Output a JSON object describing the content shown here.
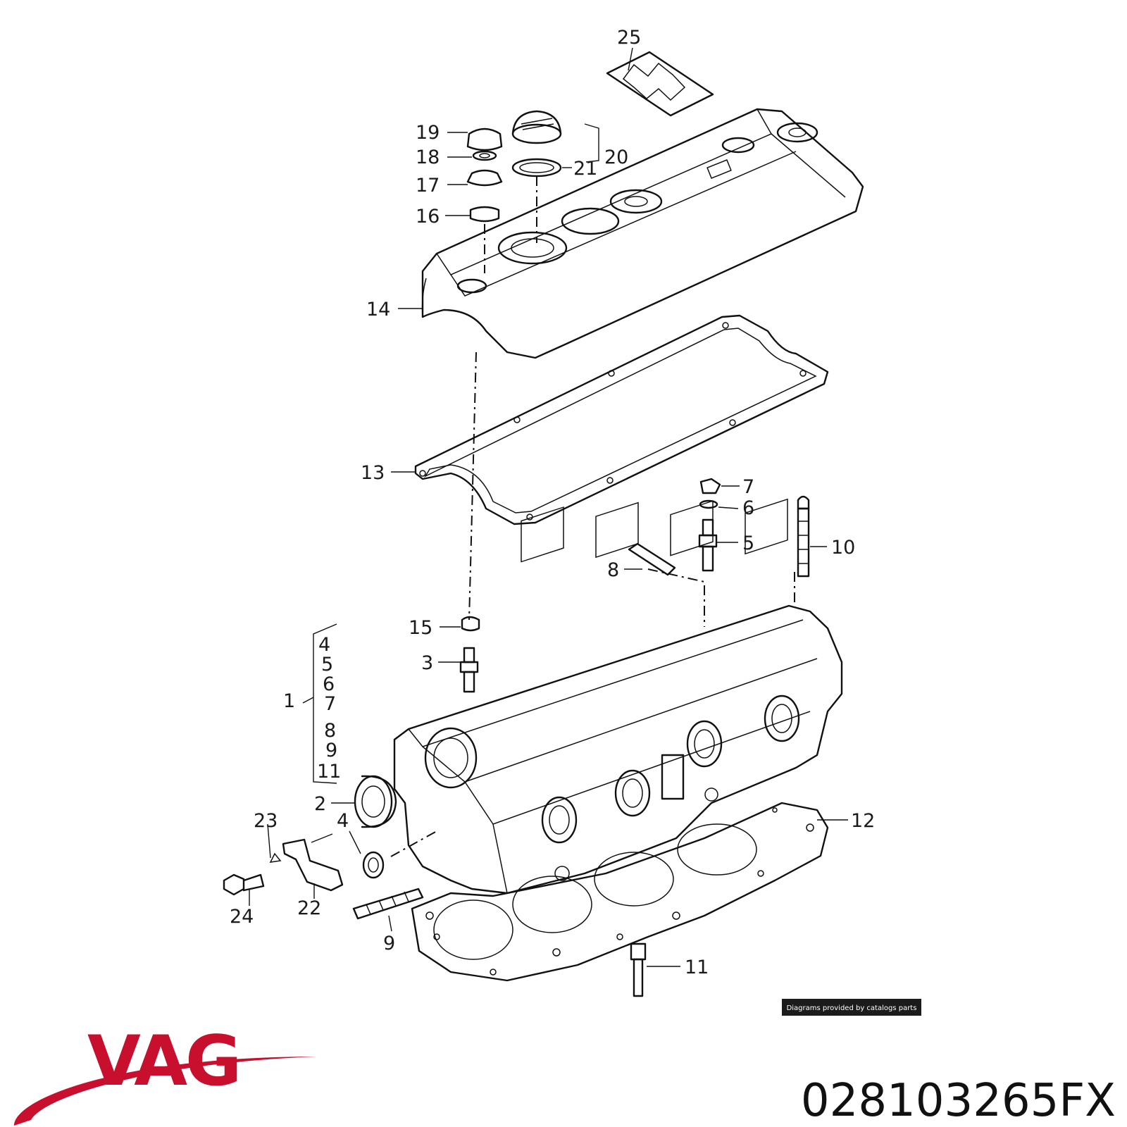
{
  "diagram": {
    "callouts": [
      "25",
      "19",
      "18",
      "17",
      "16",
      "20",
      "21",
      "14",
      "13",
      "7",
      "6",
      "5",
      "10",
      "8",
      "15",
      "3",
      "4",
      "5",
      "6",
      "7",
      "8",
      "9",
      "11",
      "1",
      "2",
      "23",
      "4",
      "12",
      "24",
      "22",
      "9",
      "11"
    ]
  },
  "footer": {
    "credit": "Diagrams provided by catalogs parts",
    "brand": "VAG",
    "part_number": "028103265FX",
    "brand_color": "#c8102e"
  }
}
